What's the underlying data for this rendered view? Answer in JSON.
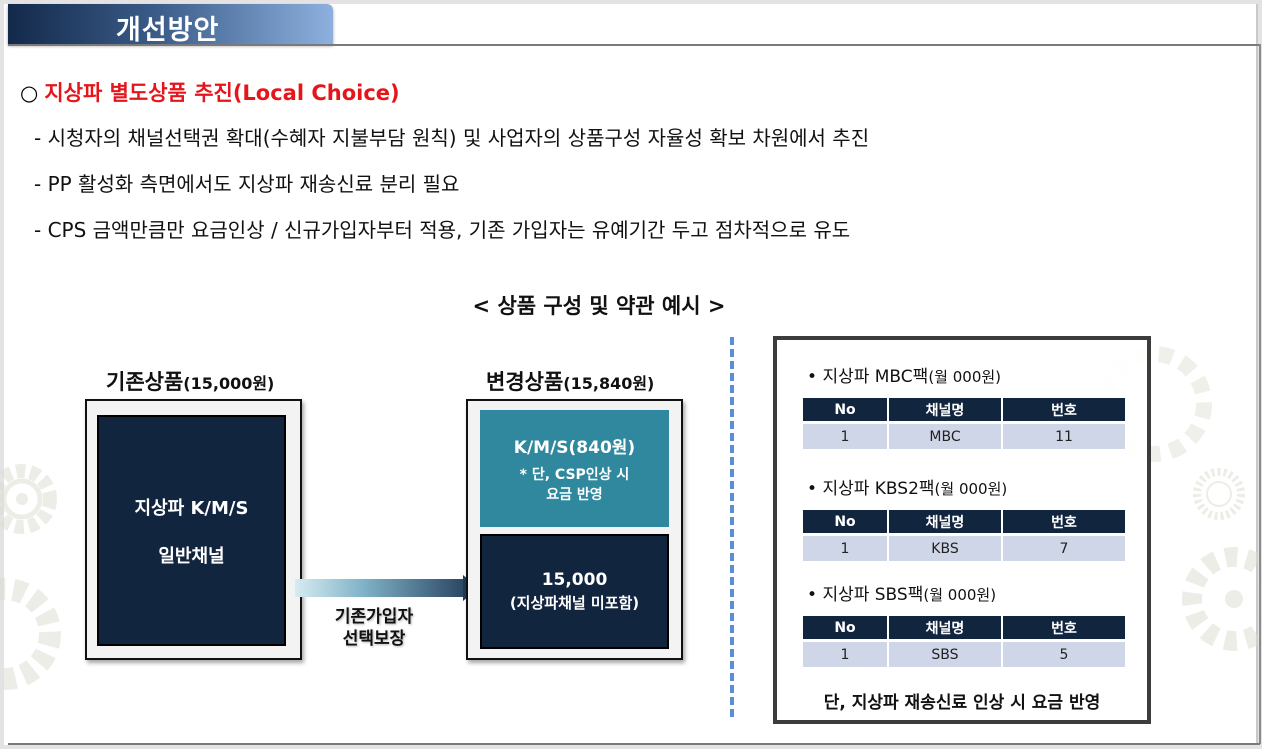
{
  "slide_title": "개선방안",
  "heading": {
    "marker": "○",
    "text": "지상파 별도상품 추진(Local Choice)",
    "color": "#e4161c"
  },
  "bullets": [
    "- 시청자의 채널선택권 확대(수혜자 지불부담 원칙) 및 사업자의 상품구성 자율성 확보 차원에서 추진",
    "- PP 활성화 측면에서도 지상파 재송신료 분리 필요",
    "- CPS 금액만큼만 요금인상 / 신규가입자부터 적용, 기존 가입자는 유예기간 두고 점차적으로 유도"
  ],
  "caption": "< 상품 구성 및 약관 예시 >",
  "existing_product": {
    "title": "기존상품",
    "price": "(15,000원)",
    "line1": "지상파 K/M/S",
    "line2": "일반채널"
  },
  "arrow": {
    "line1": "기존가입자",
    "line2": "선택보장"
  },
  "changed_product": {
    "title": "변경상품",
    "price": "(15,840원)",
    "top_box": {
      "line1": "K/M/S(840원)",
      "line2": "* 단, CSP인상 시",
      "line3": "요금 반영"
    },
    "bottom_box": {
      "line1": "15,000",
      "line2": "(지상파채널 미포함)"
    }
  },
  "packs": {
    "columns": [
      "No",
      "채널명",
      "번호"
    ],
    "items": [
      {
        "bullet": "•",
        "name": "지상파 MBC팩",
        "price": "(월 000원)",
        "row": [
          "1",
          "MBC",
          "11"
        ]
      },
      {
        "bullet": "•",
        "name": "지상파 KBS2팩",
        "price": "(월 000원)",
        "row": [
          "1",
          "KBS",
          "7"
        ]
      },
      {
        "bullet": "•",
        "name": "지상파 SBS팩",
        "price": "(월 000원)",
        "row": [
          "1",
          "SBS",
          "5"
        ]
      }
    ],
    "note": "단, 지상파 재송신료 인상 시 요금 반영"
  },
  "colors": {
    "navy": "#12253f",
    "teal": "#2f889d",
    "table_row": "#cfd6e7",
    "divider": "#5b8fd4"
  }
}
